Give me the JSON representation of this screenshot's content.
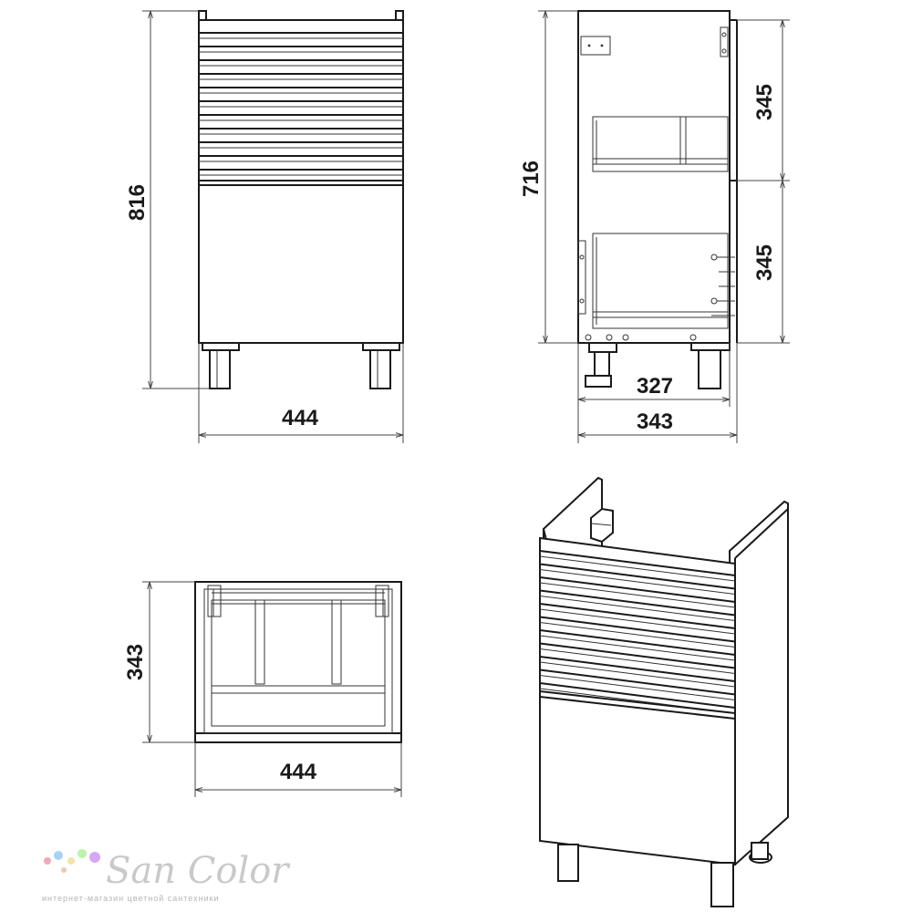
{
  "dimensions": {
    "front_height": "816",
    "front_width": "444",
    "side_height": "716",
    "side_upper": "345",
    "side_lower": "345",
    "side_inner_depth": "327",
    "side_depth": "343",
    "top_depth": "343",
    "top_width": "444"
  },
  "brand": {
    "name": "San Color",
    "tagline": "интернет-магазин цветной сантехники",
    "dot_colors": [
      "#f4a7b9",
      "#a7d3f4",
      "#f4e3a7",
      "#b9f4a7",
      "#d6a7f4",
      "#f4c6a7"
    ]
  }
}
